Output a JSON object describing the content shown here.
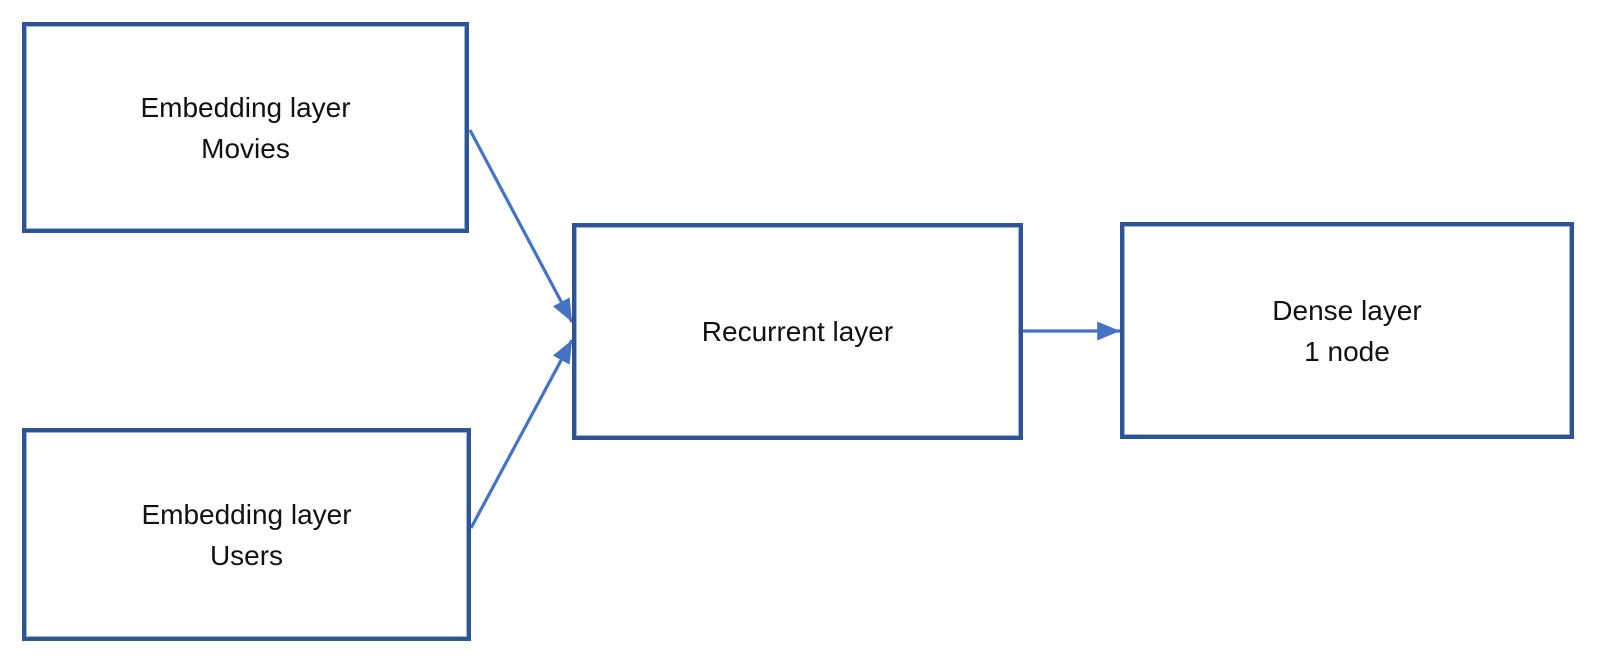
{
  "page": {
    "background": "#ffffff"
  },
  "colors": {
    "box_border": "#2E5496",
    "connector": "#4472C4",
    "text": "#111111"
  },
  "diagram": {
    "nodes": {
      "movies": {
        "line1": "Embedding layer",
        "line2": "Movies"
      },
      "users": {
        "line1": "Embedding layer",
        "line2": "Users"
      },
      "recurrent": {
        "line1": "Recurrent layer"
      },
      "dense": {
        "line1": "Dense layer",
        "line2": "1 node"
      }
    },
    "edges": [
      {
        "from": "embedding-movies",
        "to": "recurrent-layer"
      },
      {
        "from": "embedding-users",
        "to": "recurrent-layer"
      },
      {
        "from": "recurrent-layer",
        "to": "dense-layer"
      }
    ]
  }
}
